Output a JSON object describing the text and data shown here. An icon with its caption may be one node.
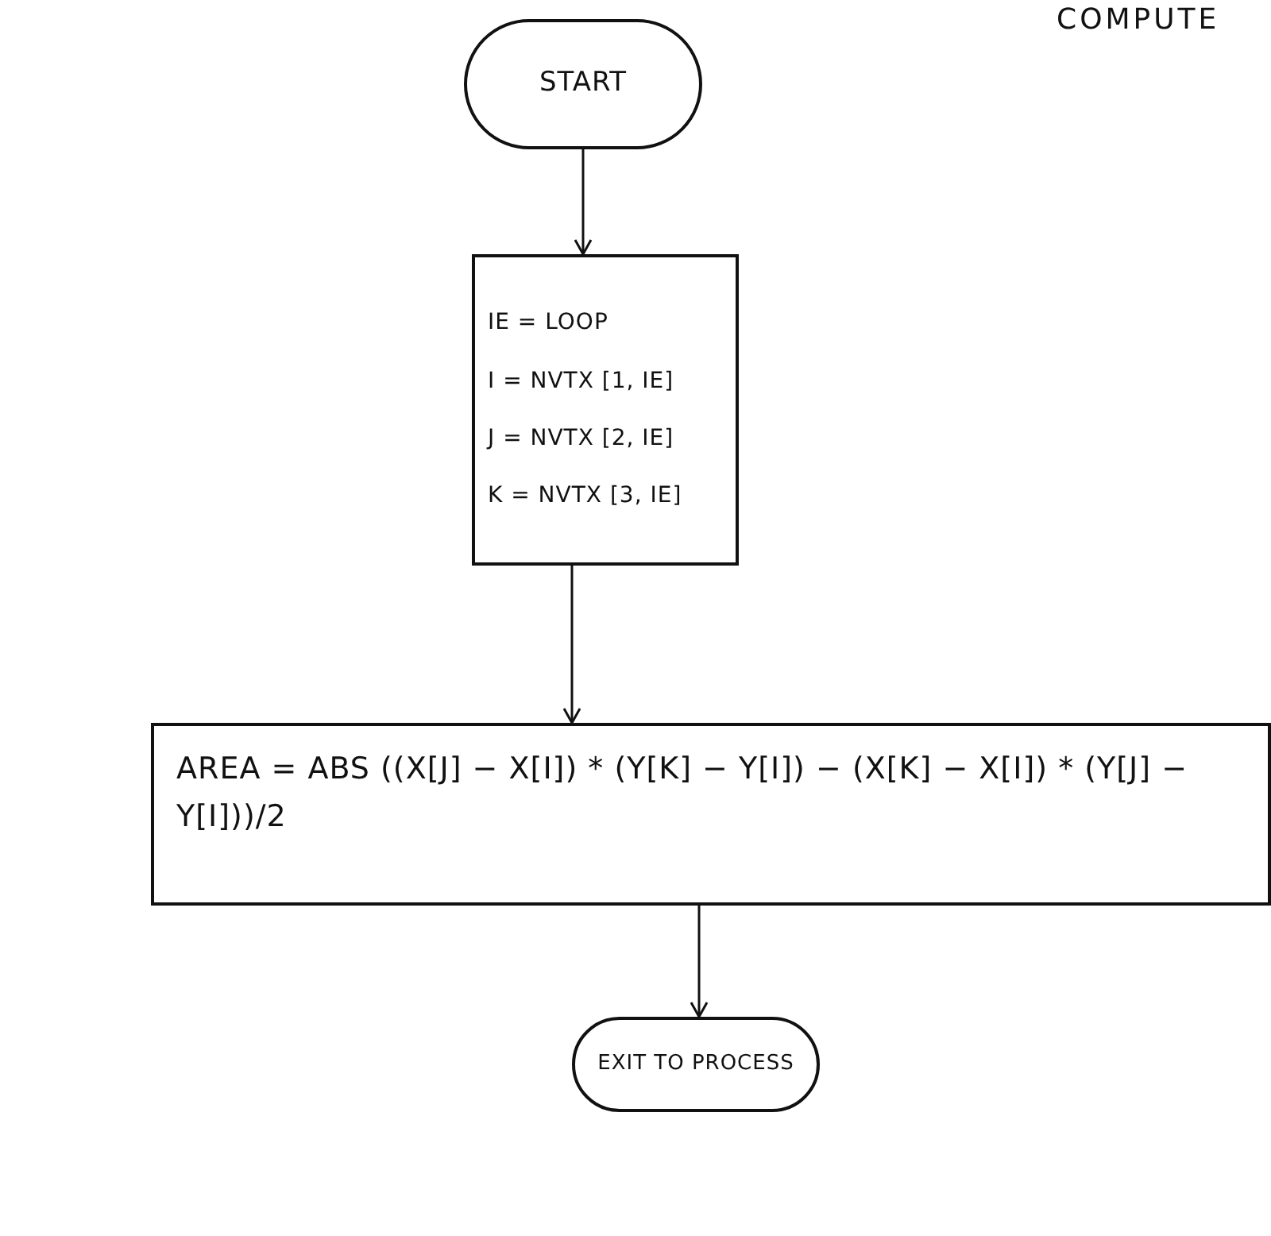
{
  "diagram": {
    "nodes": [
      {
        "text": [
          "START"
        ]
      },
      {
        "text": [
          "IE = LOOP",
          "I = NVTX [1, IE]",
          "J = NVTX [2, IE]",
          "K = NVTX [3, IE]"
        ]
      },
      {
        "text": [
          "AREA = ABS ((X[J] − X[I]) * (Y[K] − Y[I]) − (X[K] − X[I]) * (Y[J] − Y[I]))/2"
        ]
      },
      {
        "text": [
          "EXIT TO PROCESS"
        ]
      }
    ],
    "edges": [
      {
        "from": 0,
        "to": 1,
        "arrow": "to"
      },
      {
        "from": 1,
        "to": 2,
        "arrow": "to"
      },
      {
        "from": 2,
        "to": 3,
        "arrow": "to"
      }
    ],
    "labels": [
      "COMPUTE"
    ]
  }
}
